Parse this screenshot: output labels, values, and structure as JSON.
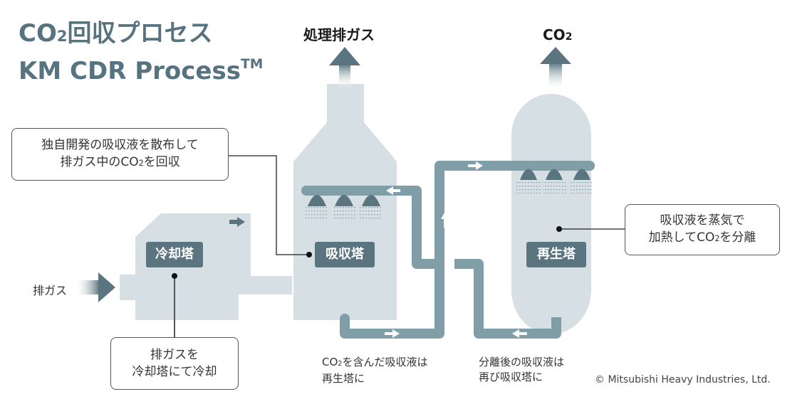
{
  "title": {
    "line1_prefix": "CO",
    "line1_sub": "2",
    "line1_suffix": "回収プロセス",
    "line2_main": "KM CDR Process",
    "line2_sup": "TM"
  },
  "outputs": {
    "treated_gas": "処理排ガス",
    "co2_prefix": "CO",
    "co2_sub": "2"
  },
  "inputs": {
    "flue_gas": "排ガス"
  },
  "towers": {
    "cooling": "冷却塔",
    "absorber": "吸収塔",
    "regenerator": "再生塔"
  },
  "callouts": {
    "absorber_line1": "独自開発の吸収液を散布して",
    "absorber_line2_prefix": "排ガス中のCO",
    "absorber_line2_sub": "2",
    "absorber_line2_suffix": "を回収",
    "cooling_line1": "排ガスを",
    "cooling_line2": "冷却塔にて冷却",
    "regen_line1": "吸収液を蒸気で",
    "regen_line2_prefix": "加熱してCO",
    "regen_line2_sub": "2",
    "regen_line2_suffix": "を分離"
  },
  "captions": {
    "rich_line1_prefix": "CO",
    "rich_line1_sub": "2",
    "rich_line1_suffix": "を含んだ吸収液は",
    "rich_line2": "再生塔に",
    "lean_line1": "分離後の吸収液は",
    "lean_line2": "再び吸収塔に"
  },
  "copyright": "© Mitsubishi Heavy Industries, Ltd.",
  "colors": {
    "title": "#577380",
    "vessel": "#d6dfe4",
    "pipe": "#7f9ea8",
    "label_bg": "#5a7480",
    "arrow_dark": "#5a7480"
  }
}
